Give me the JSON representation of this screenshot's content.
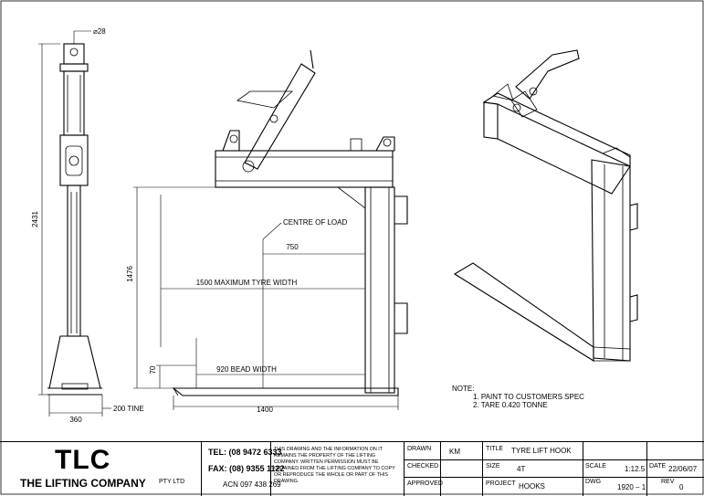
{
  "drawing": {
    "dimensions": {
      "pin_diameter": "⌀28",
      "overall_height": "2431",
      "base_width": "360",
      "tine_length_note": "200 TINE",
      "lift_height": "1476",
      "bead_height": "70",
      "tine_length": "1400"
    },
    "annotations": {
      "centre_of_load": "CENTRE OF LOAD",
      "centre_distance": "750",
      "max_tyre_width": "1500 MAXIMUM TYRE WIDTH",
      "bead_width": "920 BEAD WIDTH"
    },
    "notes": {
      "heading": "NOTE:",
      "items": [
        "1. PAINT TO CUSTOMERS SPEC",
        "2. TARE 0.420 TONNE"
      ]
    }
  },
  "title_block": {
    "logo": "TLC",
    "company": "THE LIFTING COMPANY",
    "pty": "PTY LTD",
    "tel": "TEL: (08 9472 6333",
    "fax": "FAX: (08) 9355 1122",
    "acn": "ACN 097 438 269",
    "disclaimer": "THIS DRAWING AND THE INFORMATION ON IT REMAINS THE PROPERTY OF THE LIFTING COMPANY. WRITTEN PERMISSION MUST BE OBTAINED FROM THE LIFTING COMPANY TO COPY OR REPRODUCE THE WHOLE OR PART OF THIS DRAWING.",
    "drawn_label": "DRAWN",
    "drawn_value": "KM",
    "checked_label": "CHECKED",
    "approved_label": "APPROVED",
    "title_label": "TITLE",
    "title_value": "TYRE LIFT HOOK",
    "size_label": "SIZE",
    "size_value": "4T",
    "scale_label": "SCALE",
    "scale_value": "1:12.5",
    "date_label": "DATE",
    "date_value": "22/06/07",
    "project_label": "PROJECT",
    "project_value": "HOOKS",
    "dwg_label": "DWG",
    "dwg_value": "1920 – 1",
    "rev_label": "REV",
    "rev_value": "0"
  }
}
